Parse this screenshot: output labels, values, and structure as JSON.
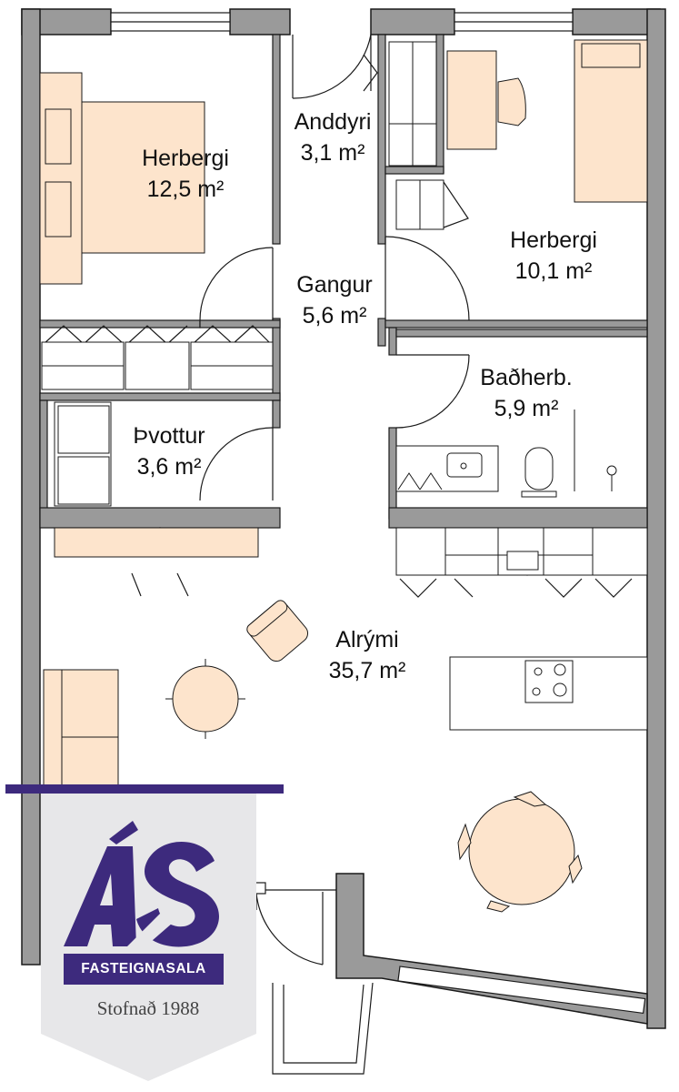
{
  "colors": {
    "wall": "#9a9a9a",
    "wall_edge": "#1a1a1a",
    "furniture": "#fde4cc",
    "logo_purple": "#3d2a7d",
    "logo_grey": "#e7e7e9"
  },
  "rooms": [
    {
      "name": "Herbergi",
      "area": "12,5 m²"
    },
    {
      "name": "Anddyri",
      "area": "3,1 m²"
    },
    {
      "name": "Herbergi",
      "area": "10,1 m²"
    },
    {
      "name": "Gangur",
      "area": "5,6 m²"
    },
    {
      "name": "Baðherb.",
      "area": "5,9 m²"
    },
    {
      "name": "Þvottur",
      "area": "3,6 m²"
    },
    {
      "name": "Alrými",
      "area": "35,7 m²"
    }
  ],
  "logo": {
    "mark": "ÁS",
    "band": "FASTEIGNASALA",
    "subtitle": "Stofnað 1988"
  }
}
